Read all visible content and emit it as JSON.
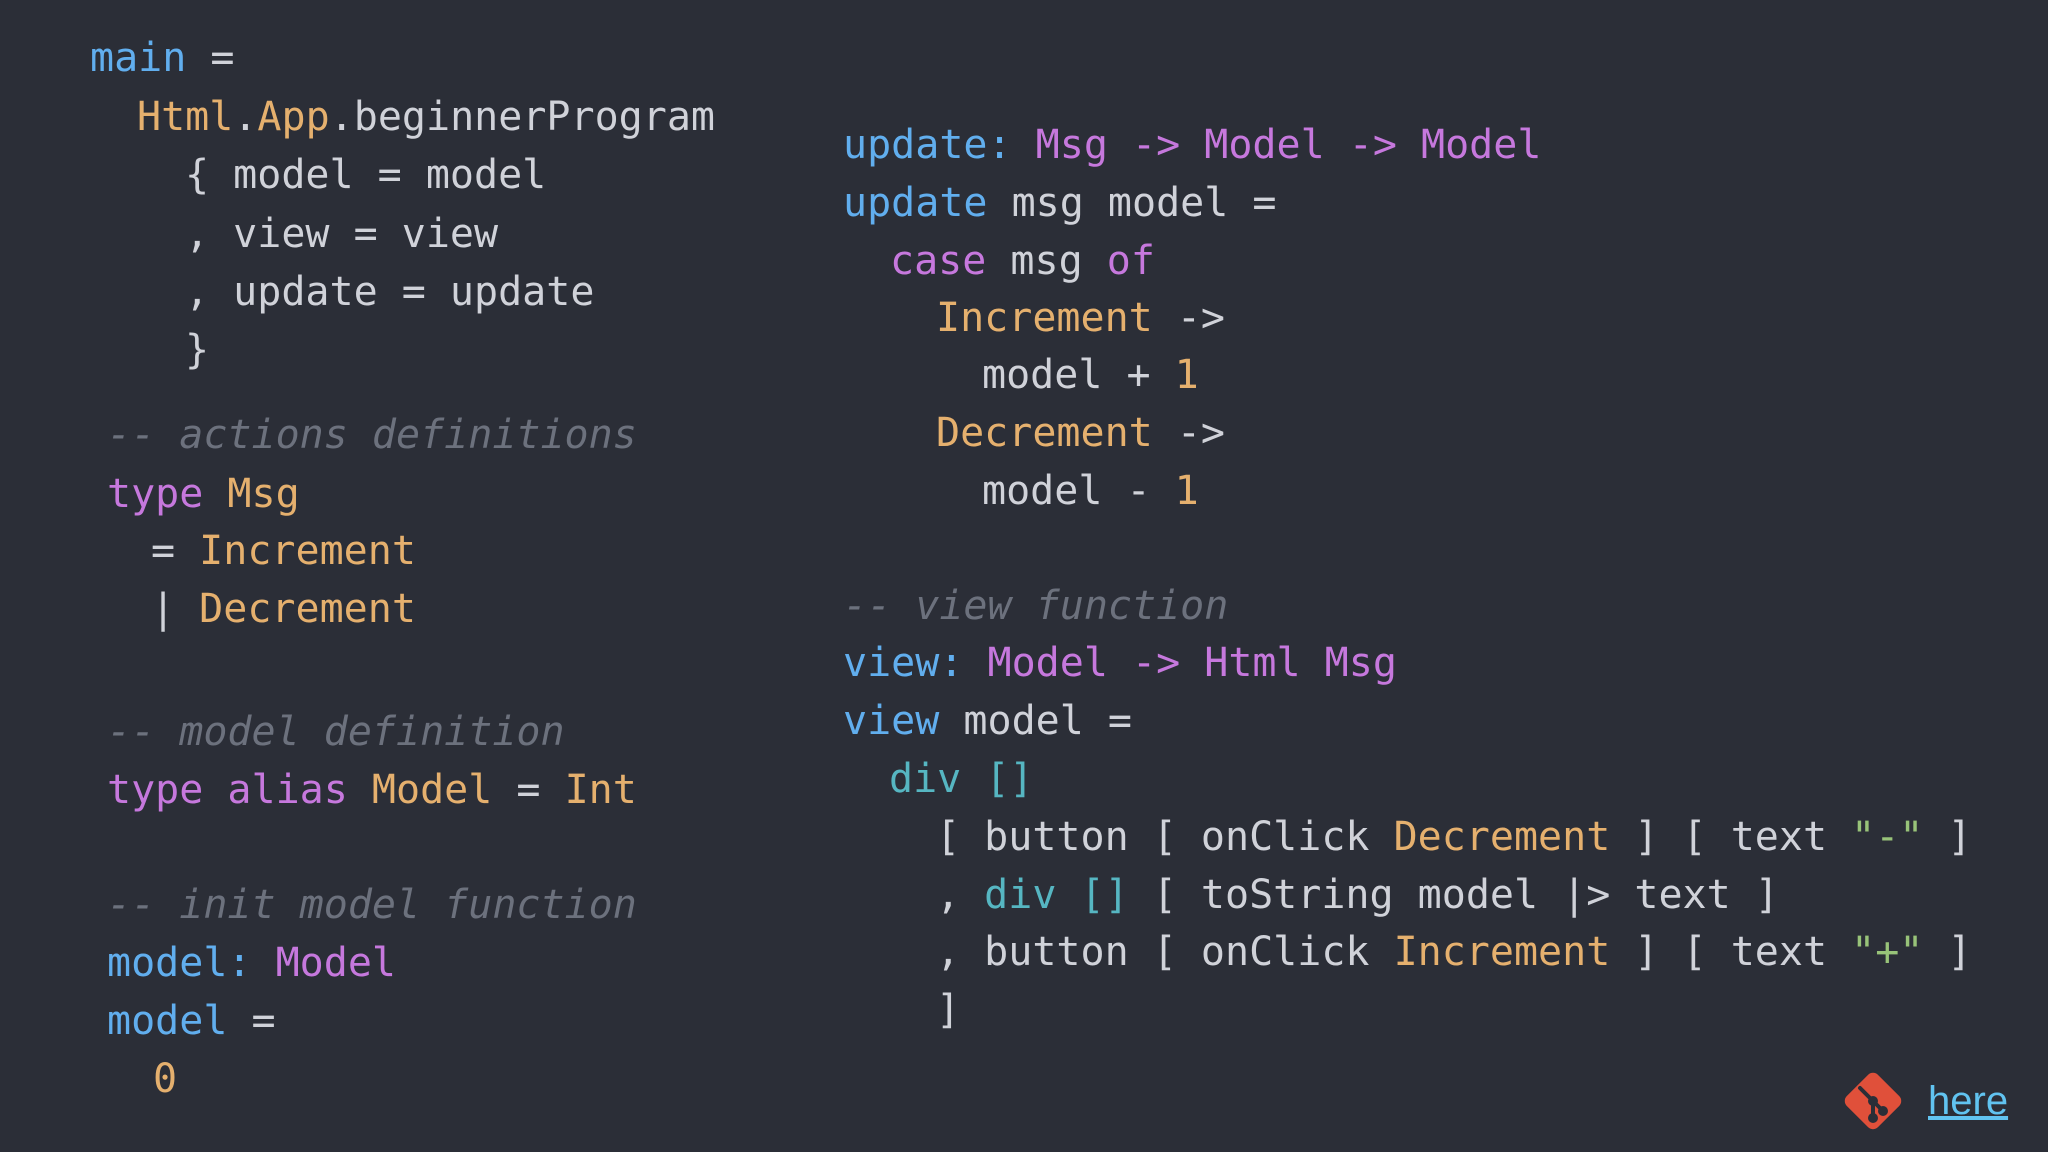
{
  "code_left": [
    [
      {
        "t": "main",
        "c": "k-blue"
      },
      {
        "t": " =",
        "c": "k-plain"
      }
    ],
    [
      {
        "t": "Html",
        "c": "k-orange"
      },
      {
        "t": ".",
        "c": "k-plain"
      },
      {
        "t": "App",
        "c": "k-orange"
      },
      {
        "t": ".beginnerProgram",
        "c": "k-plain"
      }
    ],
    [
      {
        "t": "{ model = model",
        "c": "k-plain"
      }
    ],
    [
      {
        "t": ", view = view",
        "c": "k-plain"
      }
    ],
    [
      {
        "t": ", update = update",
        "c": "k-plain"
      }
    ],
    [
      {
        "t": "}",
        "c": "k-plain"
      }
    ],
    [
      {
        "t": "-- actions definitions",
        "c": "k-comment"
      }
    ],
    [
      {
        "t": "type",
        "c": "k-purple"
      },
      {
        "t": " ",
        "c": "k-plain"
      },
      {
        "t": "Msg",
        "c": "k-orange"
      }
    ],
    [
      {
        "t": "= ",
        "c": "k-plain"
      },
      {
        "t": "Increment",
        "c": "k-orange"
      }
    ],
    [
      {
        "t": "| ",
        "c": "k-plain"
      },
      {
        "t": "Decrement",
        "c": "k-orange"
      }
    ],
    [
      {
        "t": "-- model definition",
        "c": "k-comment"
      }
    ],
    [
      {
        "t": "type alias",
        "c": "k-purple"
      },
      {
        "t": " ",
        "c": "k-plain"
      },
      {
        "t": "Model",
        "c": "k-orange"
      },
      {
        "t": " = ",
        "c": "k-plain"
      },
      {
        "t": "Int",
        "c": "k-orange"
      }
    ],
    [
      {
        "t": "-- init model function",
        "c": "k-comment"
      }
    ],
    [
      {
        "t": "model:",
        "c": "k-blue"
      },
      {
        "t": " ",
        "c": "k-plain"
      },
      {
        "t": "Model",
        "c": "k-purple"
      }
    ],
    [
      {
        "t": "model",
        "c": "k-blue"
      },
      {
        "t": " =",
        "c": "k-plain"
      }
    ],
    [
      {
        "t": "0",
        "c": "k-num"
      }
    ]
  ],
  "code_right": [
    [
      {
        "t": "update:",
        "c": "k-blue"
      },
      {
        "t": " ",
        "c": "k-plain"
      },
      {
        "t": "Msg -> Model -> Model",
        "c": "k-purple"
      }
    ],
    [
      {
        "t": "update",
        "c": "k-blue"
      },
      {
        "t": " msg model =",
        "c": "k-plain"
      }
    ],
    [
      {
        "t": "case",
        "c": "k-purple"
      },
      {
        "t": " msg ",
        "c": "k-plain"
      },
      {
        "t": "of",
        "c": "k-purple"
      }
    ],
    [
      {
        "t": "Increment",
        "c": "k-orange"
      },
      {
        "t": " ->",
        "c": "k-plain"
      }
    ],
    [
      {
        "t": "model + ",
        "c": "k-plain"
      },
      {
        "t": "1",
        "c": "k-num"
      }
    ],
    [
      {
        "t": "Decrement",
        "c": "k-orange"
      },
      {
        "t": " ->",
        "c": "k-plain"
      }
    ],
    [
      {
        "t": "model - ",
        "c": "k-plain"
      },
      {
        "t": "1",
        "c": "k-num"
      }
    ],
    [
      {
        "t": "-- view function",
        "c": "k-comment"
      }
    ],
    [
      {
        "t": "view:",
        "c": "k-blue"
      },
      {
        "t": " ",
        "c": "k-plain"
      },
      {
        "t": "Model -> Html Msg",
        "c": "k-purple"
      }
    ],
    [
      {
        "t": "view",
        "c": "k-blue"
      },
      {
        "t": " model =",
        "c": "k-plain"
      }
    ],
    [
      {
        "t": "div []",
        "c": "k-teal"
      }
    ],
    [
      {
        "t": "[ button [ onClick ",
        "c": "k-plain"
      },
      {
        "t": "Decrement",
        "c": "k-orange"
      },
      {
        "t": " ] [ text ",
        "c": "k-plain"
      },
      {
        "t": "\"-\"",
        "c": "k-str"
      },
      {
        "t": " ]",
        "c": "k-plain"
      }
    ],
    [
      {
        "t": ", ",
        "c": "k-plain"
      },
      {
        "t": "div []",
        "c": "k-teal"
      },
      {
        "t": " [ toString model |> text ]",
        "c": "k-plain"
      }
    ],
    [
      {
        "t": ", button [ onClick ",
        "c": "k-plain"
      },
      {
        "t": "Increment",
        "c": "k-orange"
      },
      {
        "t": " ] [ text ",
        "c": "k-plain"
      },
      {
        "t": "\"+\"",
        "c": "k-str"
      },
      {
        "t": " ]",
        "c": "k-plain"
      }
    ],
    [
      {
        "t": "]",
        "c": "k-plain"
      }
    ]
  ],
  "link": {
    "label": "here",
    "icon": "git-icon"
  },
  "colors": {
    "background": "#2b2e37",
    "blue": "#61aeee",
    "purple": "#c678dd",
    "orange": "#e5b06e",
    "green": "#98c379",
    "teal": "#56b6c2",
    "comment": "#6c717d",
    "git": "#e0503a"
  }
}
